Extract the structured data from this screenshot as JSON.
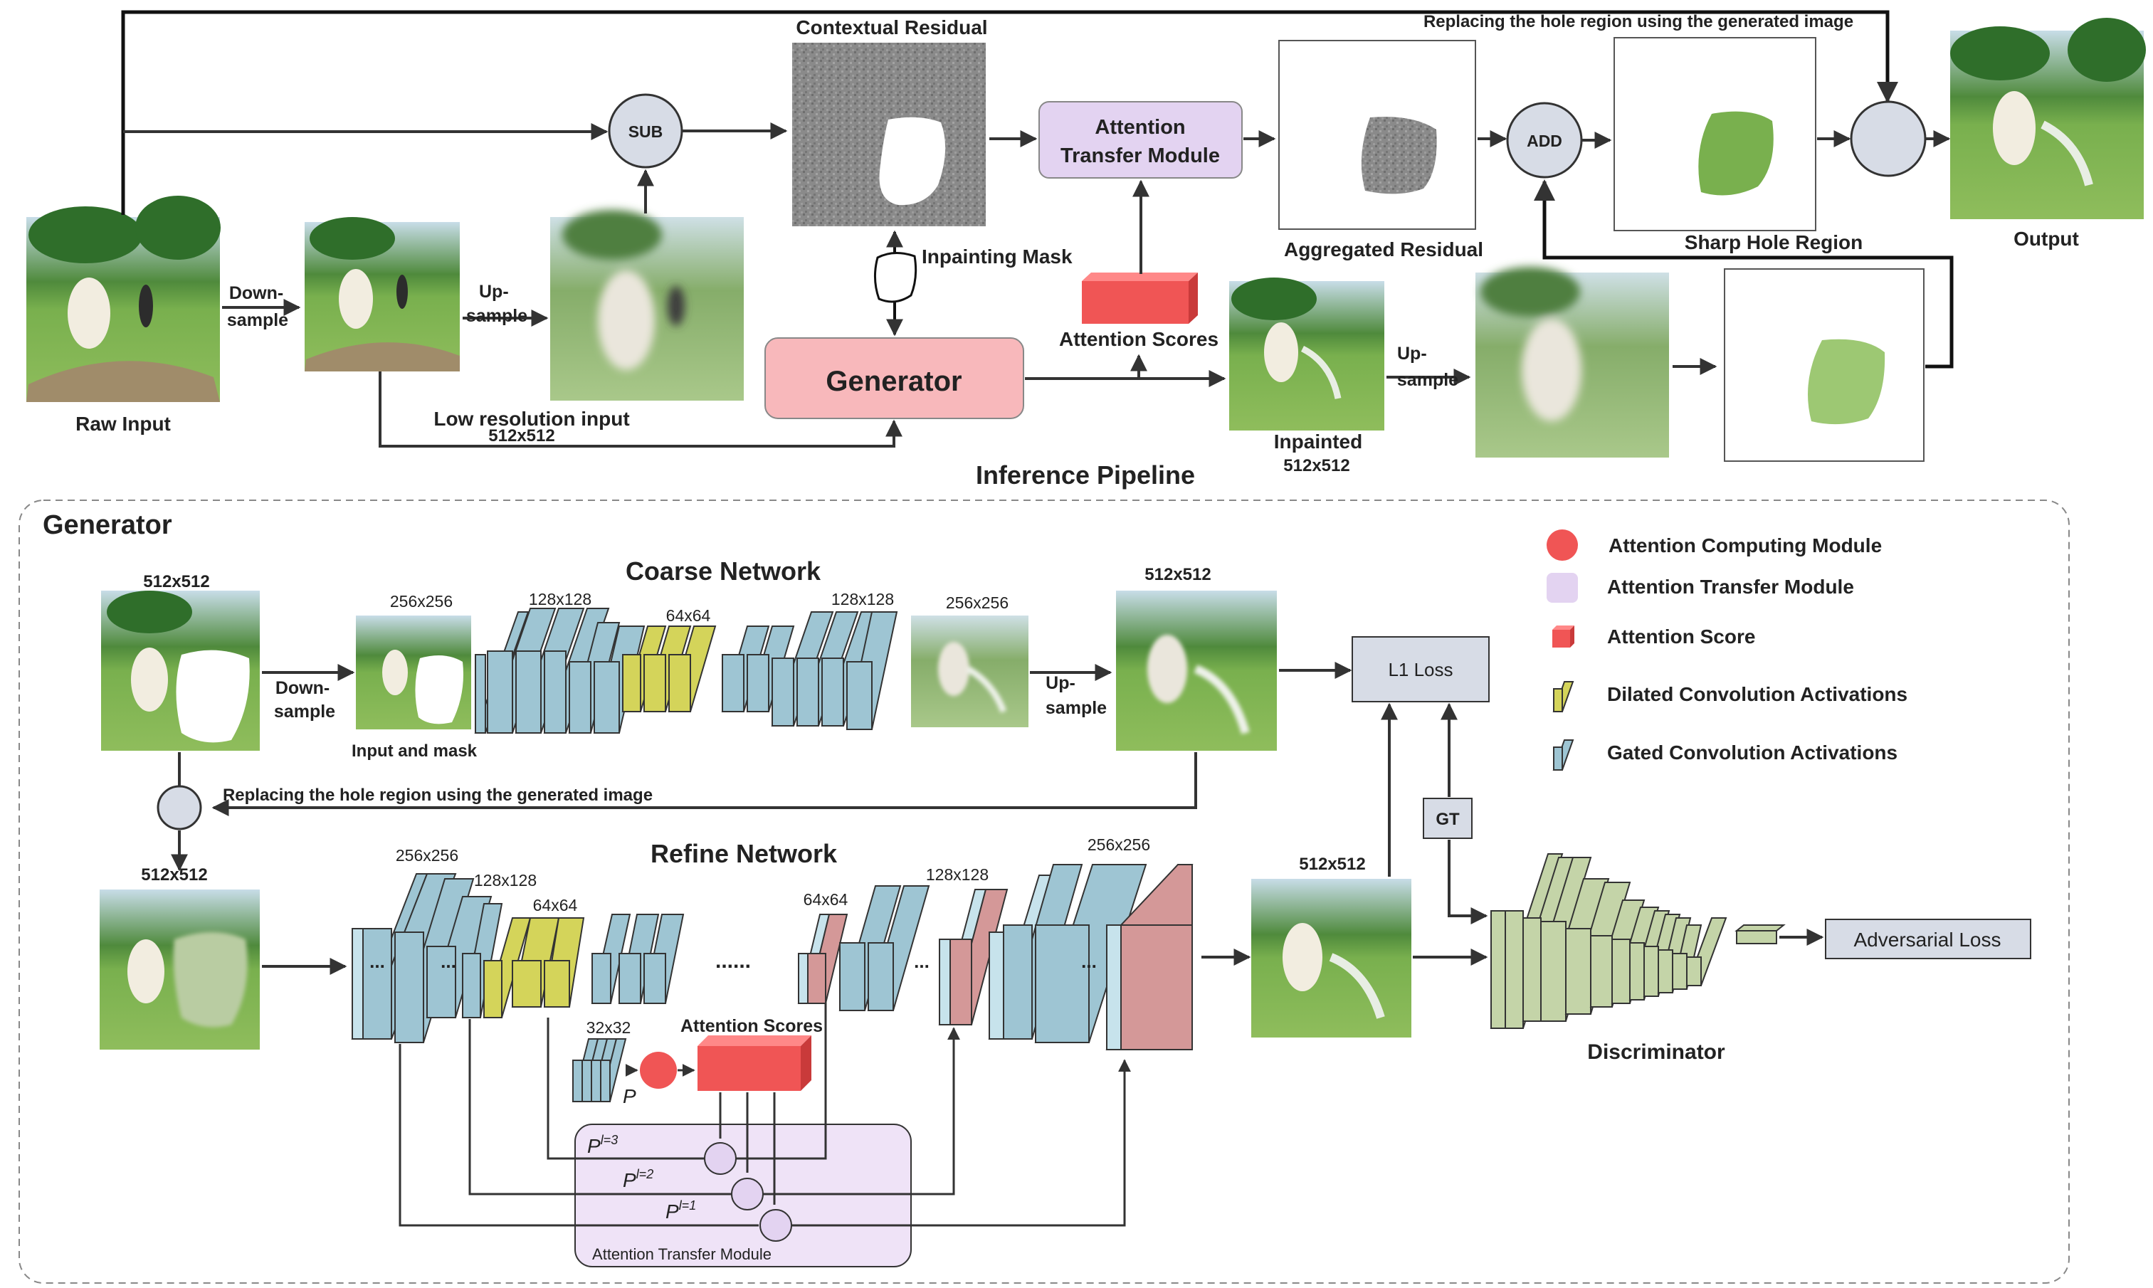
{
  "pipeline": {
    "title": "Inference Pipeline",
    "raw_input": "Raw Input",
    "down_sample_1": "Down-",
    "down_sample_2": "sample",
    "up_sample_1": "Up-",
    "up_sample_2": "sample",
    "low_res_input": "Low resolution input",
    "low_res_size": "512x512",
    "sub": "SUB",
    "contextual_residual": "Contextual Residual",
    "inpainting_mask": "Inpainting Mask",
    "generator": "Generator",
    "attention_scores": "Attention Scores",
    "atm_line1": "Attention",
    "atm_line2": "Transfer Module",
    "aggregated_residual": "Aggregated Residual",
    "add": "ADD",
    "sharp_hole_region": "Sharp Hole Region",
    "replace_text": "Replacing the hole region using the generated image",
    "output": "Output",
    "inpainted": "Inpainted",
    "inpainted_size": "512x512",
    "up2_1": "Up-",
    "up2_2": "sample"
  },
  "generator_section": {
    "title": "Generator",
    "coarse_title": "Coarse Network",
    "refine_title": "Refine Network",
    "input_size": "512x512",
    "down_1": "Down-",
    "down_2": "sample",
    "input_and_mask": "Input and mask",
    "s256a": "256x256",
    "s128a": "128x128",
    "s64": "64x64",
    "s128b": "128x128",
    "s256b": "256x256",
    "up_1": "Up-",
    "up_2": "sample",
    "coarse_out_size": "512x512",
    "l1_loss": "L1 Loss",
    "gt": "GT",
    "replace_text": "Replacing the hole region using the generated image",
    "refine_in_size": "512x512",
    "r256": "256x256",
    "r128": "128x128",
    "r64": "64x64",
    "r32": "32x32",
    "dots_left": "...",
    "dots_mid": "......",
    "r64b": "64x64",
    "r128b": "128x128",
    "r256b": "256x256",
    "attention_scores": "Attention Scores",
    "p_label": "P",
    "p3": "P",
    "p3_sup": "l=3",
    "p2": "P",
    "p2_sup": "l=2",
    "p1": "P",
    "p1_sup": "l=1",
    "atm_box_label": "Attention Transfer Module",
    "refine_out_size": "512x512",
    "discriminator": "Discriminator",
    "adversarial_loss": "Adversarial Loss"
  },
  "legend": {
    "items": [
      {
        "label": "Attention Computing Module",
        "icon": "red-circle-icon"
      },
      {
        "label": "Attention Transfer Module",
        "icon": "lavender-square-icon"
      },
      {
        "label": "Attention Score",
        "icon": "red-cube-icon"
      },
      {
        "label": "Dilated Convolution Activations",
        "icon": "yellow-slab-icon"
      },
      {
        "label": "Gated Convolution Activations",
        "icon": "blue-slab-icon"
      }
    ]
  },
  "colors": {
    "gated_blue": "#9ec5d3",
    "dilated_yellow": "#d4d45a",
    "attention_red": "#f05555",
    "atm_lavender": "#e3d3f1",
    "generator_pink": "#f8b8bb",
    "node_gray": "#d7dce6",
    "loss_box": "#d7dce6",
    "refine_pink": "#d49898",
    "disc_green": "#c4d4a8",
    "grass": "#6fa84a",
    "tree": "#2f6e2a"
  }
}
